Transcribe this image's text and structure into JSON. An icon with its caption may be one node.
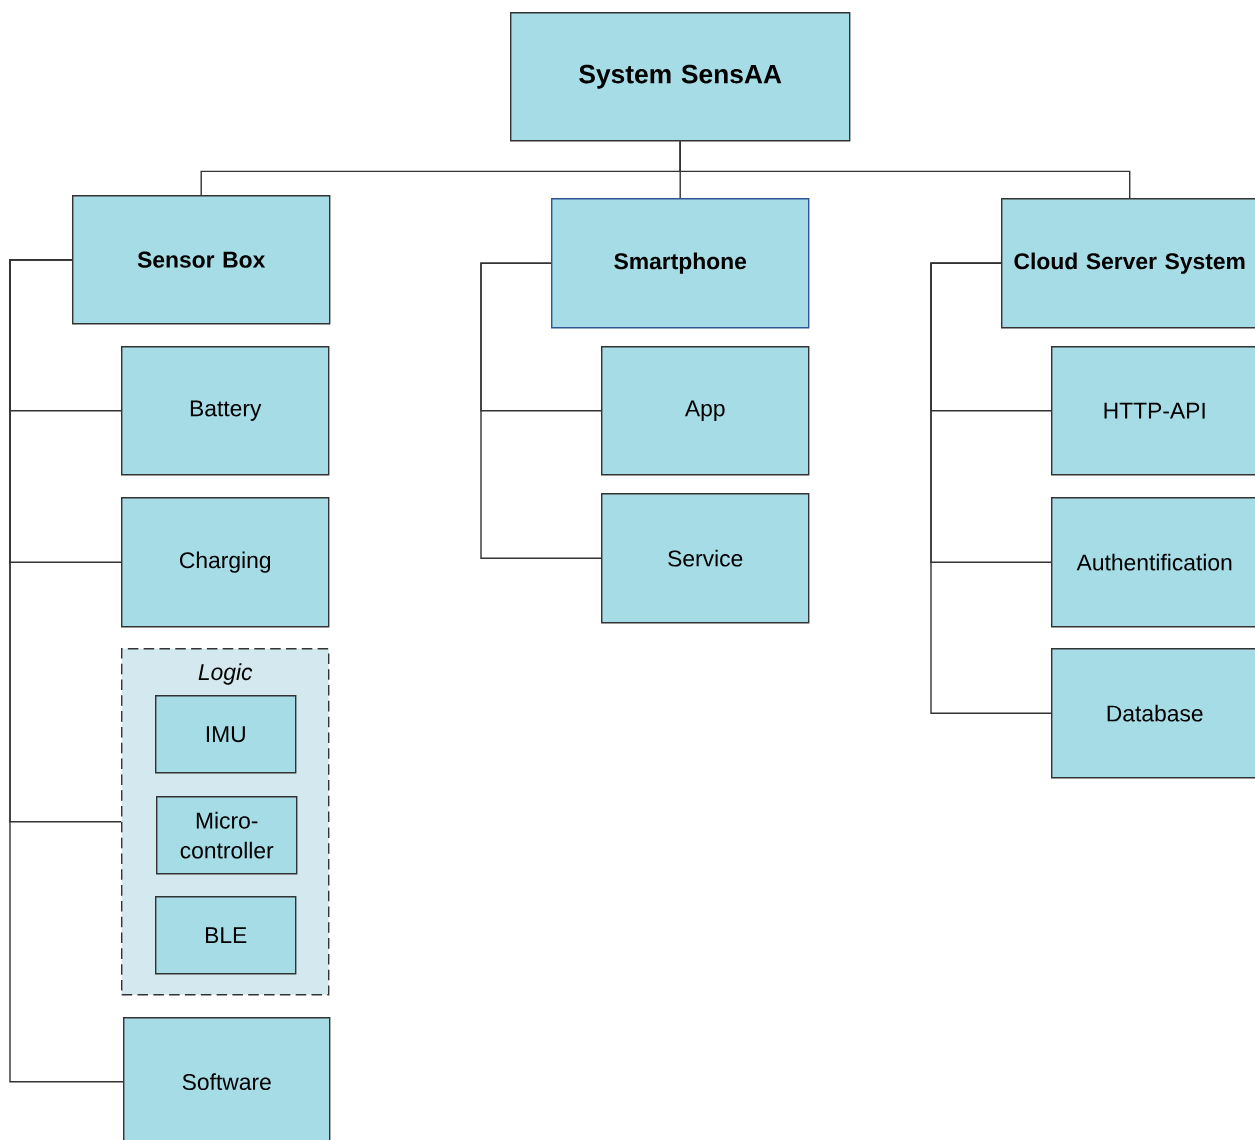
{
  "diagram": {
    "nodes": [
      {
        "text": [
          "System SensAA"
        ]
      },
      {
        "text": [
          "Sensor Box"
        ]
      },
      {
        "text": [
          "Smartphone"
        ]
      },
      {
        "text": [
          "Cloud Server System"
        ]
      },
      {
        "text": [
          "Battery"
        ]
      },
      {
        "text": [
          "Charging"
        ]
      },
      {
        "text": [
          "Logic"
        ]
      },
      {
        "text": [
          "IMU"
        ],
        "in": 6
      },
      {
        "text": [
          "Micro- controller"
        ],
        "in": 6
      },
      {
        "text": [
          "BLE"
        ],
        "in": 6
      },
      {
        "text": [
          "Software"
        ]
      },
      {
        "text": [
          "App"
        ]
      },
      {
        "text": [
          "Service"
        ]
      },
      {
        "text": [
          "HTTP-API"
        ]
      },
      {
        "text": [
          "Authentification"
        ]
      },
      {
        "text": [
          "Database"
        ]
      }
    ],
    "edges": [
      {
        "from": 0,
        "to": 1,
        "arrow": "none"
      },
      {
        "from": 0,
        "to": 2,
        "arrow": "none"
      },
      {
        "from": 0,
        "to": 3,
        "arrow": "none"
      },
      {
        "from": 1,
        "to": 4,
        "arrow": "none"
      },
      {
        "from": 1,
        "to": 5,
        "arrow": "none"
      },
      {
        "from": 1,
        "to": 6,
        "arrow": "none"
      },
      {
        "from": 1,
        "to": 10,
        "arrow": "none"
      },
      {
        "from": 2,
        "to": 11,
        "arrow": "none"
      },
      {
        "from": 2,
        "to": 12,
        "arrow": "none"
      },
      {
        "from": 3,
        "to": 13,
        "arrow": "none"
      },
      {
        "from": 3,
        "to": 14,
        "arrow": "none"
      },
      {
        "from": 3,
        "to": 15,
        "arrow": "none"
      }
    ]
  }
}
